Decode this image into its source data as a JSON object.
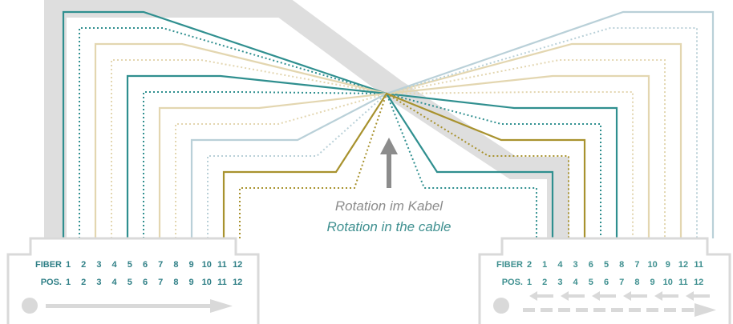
{
  "colors": {
    "teal": "#2f8f8f",
    "gold": "#a8922e",
    "beige": "#e3d6b0",
    "lightblue": "#b9d0d8",
    "highlight": "#dedede",
    "connector": "#d9d9d9",
    "arrow": "#8c8c8c",
    "label_left": "#2f7f86",
    "label_right": "#3f9090"
  },
  "annotation": {
    "line1": "Rotation im Kabel",
    "line2": "Rotation in the cable"
  },
  "left_connector": {
    "fiber_label": "FIBER",
    "pos_label": "POS.",
    "fiber": [
      "1",
      "2",
      "3",
      "4",
      "5",
      "6",
      "7",
      "8",
      "9",
      "10",
      "11",
      "12"
    ],
    "pos": [
      "1",
      "2",
      "3",
      "4",
      "5",
      "6",
      "7",
      "8",
      "9",
      "10",
      "11",
      "12"
    ]
  },
  "right_connector": {
    "fiber_label": "FIBER",
    "pos_label": "POS.",
    "fiber": [
      "2",
      "1",
      "4",
      "3",
      "6",
      "5",
      "8",
      "7",
      "10",
      "9",
      "12",
      "11"
    ],
    "pos": [
      "1",
      "2",
      "3",
      "4",
      "5",
      "6",
      "7",
      "8",
      "9",
      "10",
      "11",
      "12"
    ]
  },
  "fibers": [
    {
      "color": "teal",
      "dashed": false
    },
    {
      "color": "teal",
      "dashed": true
    },
    {
      "color": "beige",
      "dashed": false
    },
    {
      "color": "beige",
      "dashed": true
    },
    {
      "color": "teal",
      "dashed": false
    },
    {
      "color": "teal",
      "dashed": true
    },
    {
      "color": "beige",
      "dashed": false
    },
    {
      "color": "beige",
      "dashed": true
    },
    {
      "color": "lightblue",
      "dashed": false
    },
    {
      "color": "lightblue",
      "dashed": true
    },
    {
      "color": "gold",
      "dashed": false
    },
    {
      "color": "gold",
      "dashed": true
    }
  ]
}
